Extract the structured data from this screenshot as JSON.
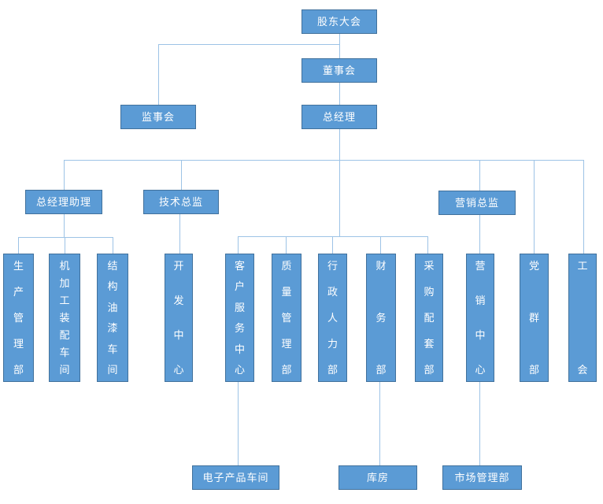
{
  "diagram": {
    "type": "org-chart",
    "colors": {
      "node_fill": "#5B9BD5",
      "node_border": "#41719C",
      "connector": "#9DC3E6",
      "node_text": "#FFFFFF",
      "background": "#FFFFFF"
    },
    "nodes": {
      "shareholders": {
        "label": "股东大会"
      },
      "board": {
        "label": "董事会"
      },
      "supervisory": {
        "label": "监事会"
      },
      "gm": {
        "label": "总经理"
      },
      "gm_assistant": {
        "label": "总经理助理"
      },
      "tech_director": {
        "label": "技术总监"
      },
      "marketing_director": {
        "label": "营销总监"
      },
      "production_mgmt": {
        "label": "生产管理部"
      },
      "machining_assembly": {
        "label": "机加工装配车间"
      },
      "structure_paint": {
        "label": "结构油漆车间"
      },
      "dev_center": {
        "label": "开发中心"
      },
      "customer_service": {
        "label": "客户服务中心"
      },
      "quality_mgmt": {
        "label": "质量管理部"
      },
      "admin_hr": {
        "label": "行政人力部"
      },
      "finance": {
        "label": "财务部"
      },
      "purchasing": {
        "label": "采购配套部"
      },
      "marketing_center": {
        "label": "营销中心"
      },
      "party_mass": {
        "label": "党群部"
      },
      "labor_union": {
        "label": "工会"
      },
      "electronics_workshop": {
        "label": "电子产品车间"
      },
      "warehouse": {
        "label": "库房"
      },
      "market_mgmt": {
        "label": "市场管理部"
      }
    },
    "hierarchy": [
      {
        "parent": "shareholders",
        "children": [
          "supervisory",
          "board"
        ]
      },
      {
        "parent": "board",
        "children": [
          "gm"
        ]
      },
      {
        "parent": "gm",
        "children": [
          "gm_assistant",
          "tech_director",
          "customer_service",
          "quality_mgmt",
          "admin_hr",
          "finance",
          "purchasing",
          "marketing_director",
          "party_mass",
          "labor_union"
        ]
      },
      {
        "parent": "gm_assistant",
        "children": [
          "production_mgmt",
          "machining_assembly",
          "structure_paint"
        ]
      },
      {
        "parent": "tech_director",
        "children": [
          "dev_center"
        ]
      },
      {
        "parent": "marketing_director",
        "children": [
          "marketing_center"
        ]
      },
      {
        "parent": "customer_service",
        "children": [
          "electronics_workshop"
        ]
      },
      {
        "parent": "finance",
        "children": [
          "warehouse"
        ]
      },
      {
        "parent": "marketing_center",
        "children": [
          "market_mgmt"
        ]
      }
    ]
  }
}
